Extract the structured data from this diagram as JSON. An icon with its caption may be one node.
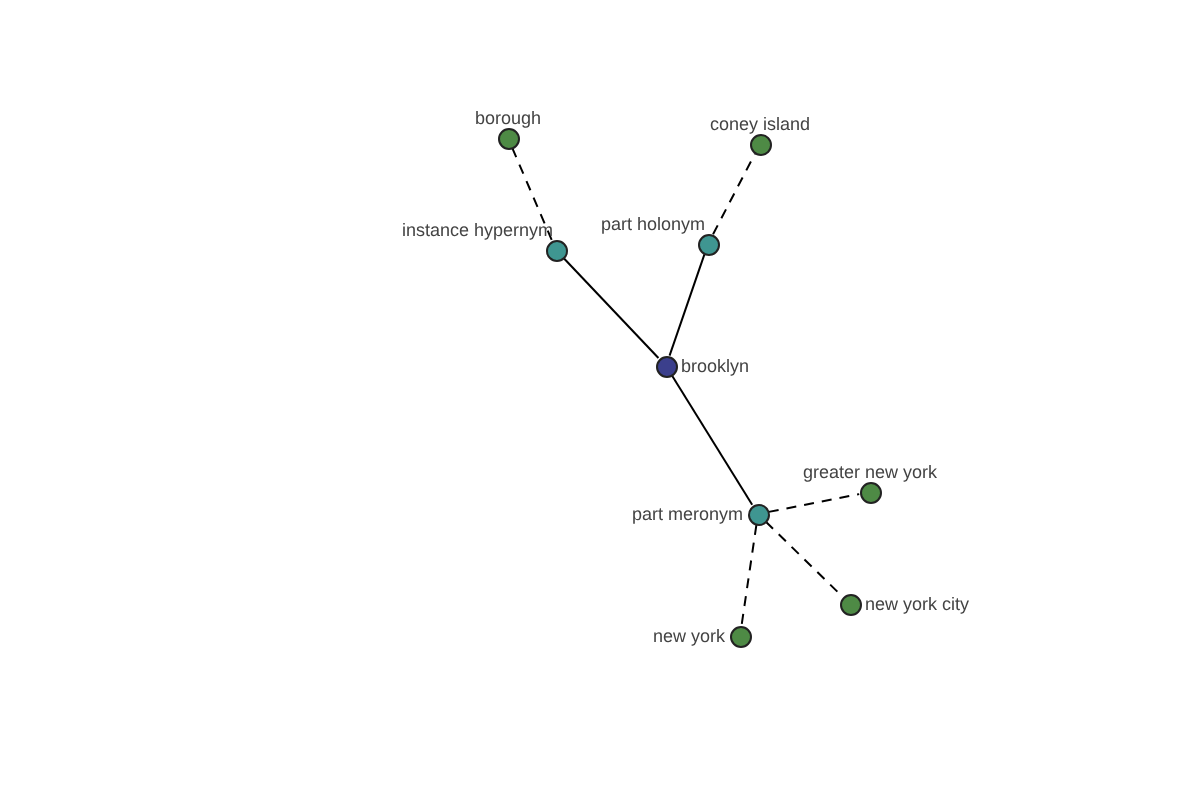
{
  "diagram": {
    "nodes": [
      {
        "text": [
          "borough"
        ]
      },
      {
        "text": [
          "coney island"
        ]
      },
      {
        "text": [
          "instance hypernym"
        ]
      },
      {
        "text": [
          "part holonym"
        ]
      },
      {
        "text": [
          "brooklyn"
        ]
      },
      {
        "text": [
          "part meronym"
        ]
      },
      {
        "text": [
          "greater new york"
        ]
      },
      {
        "text": [
          "new york city"
        ]
      },
      {
        "text": [
          "new york"
        ]
      }
    ],
    "edges": [
      {
        "from": 2,
        "to": 0,
        "arrow": "none",
        "style": "dashed"
      },
      {
        "from": 3,
        "to": 1,
        "arrow": "none",
        "style": "dashed"
      },
      {
        "from": 4,
        "to": 2,
        "arrow": "none"
      },
      {
        "from": 4,
        "to": 3,
        "arrow": "none"
      },
      {
        "from": 4,
        "to": 5,
        "arrow": "none"
      },
      {
        "from": 5,
        "to": 6,
        "arrow": "none",
        "style": "dashed"
      },
      {
        "from": 5,
        "to": 7,
        "arrow": "none",
        "style": "dashed"
      },
      {
        "from": 5,
        "to": 8,
        "arrow": "none",
        "style": "dashed"
      }
    ]
  }
}
